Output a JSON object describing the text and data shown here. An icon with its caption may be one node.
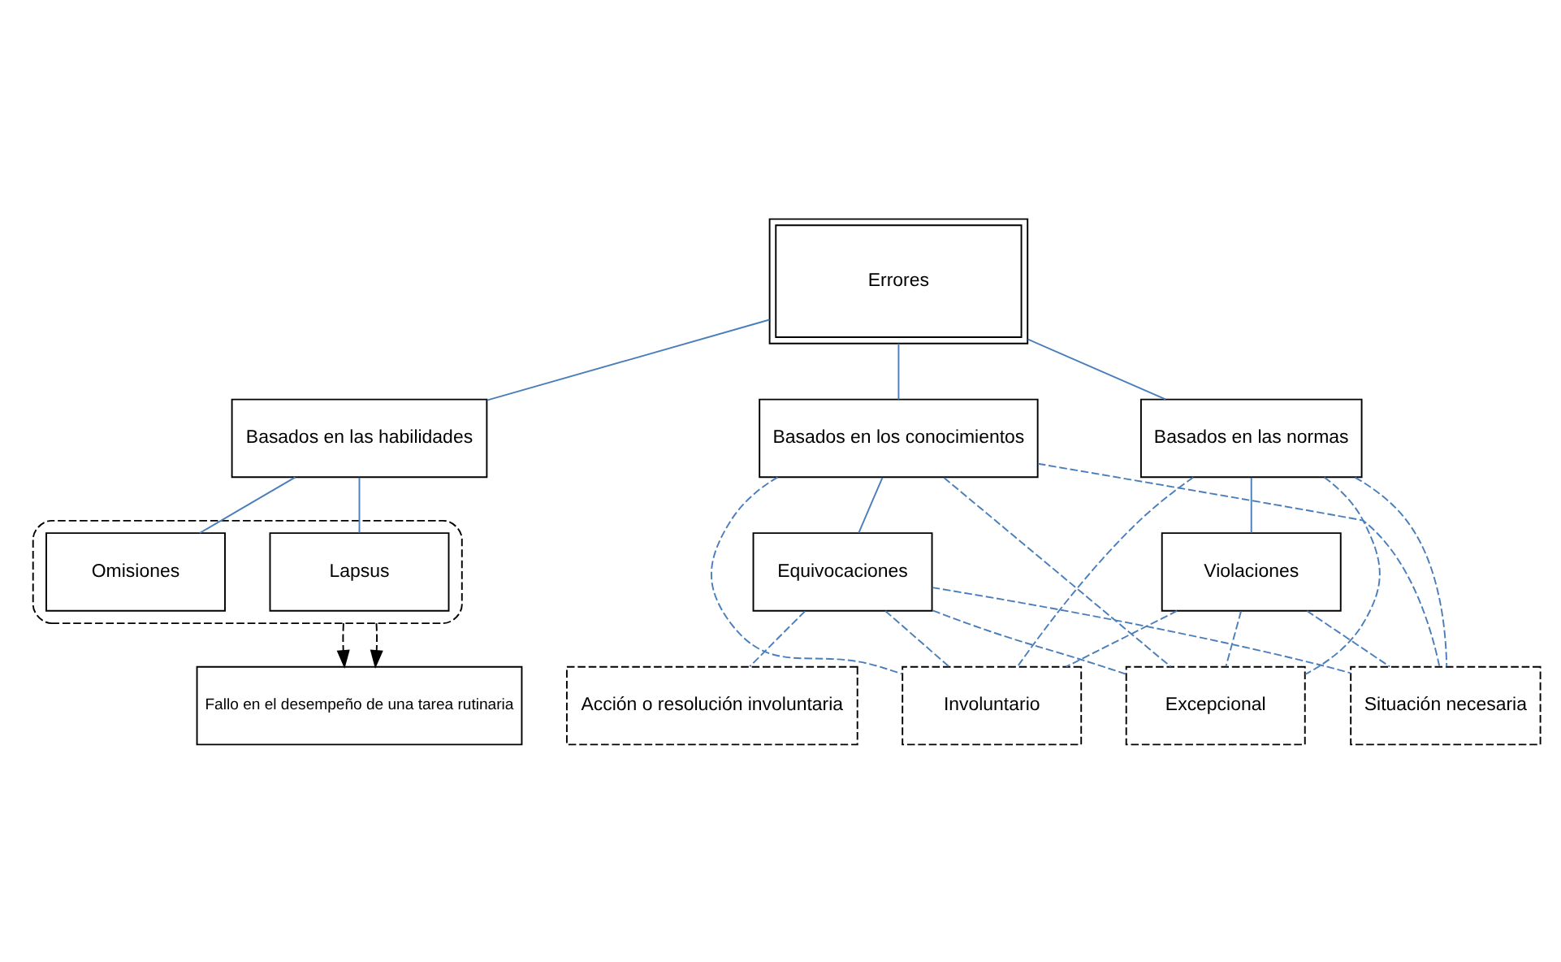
{
  "diagram": {
    "nodes": [
      {
        "text": [
          "Errores"
        ]
      },
      {
        "text": [
          "Basados en las habilidades"
        ]
      },
      {
        "text": [
          "Basados en los conocimientos"
        ]
      },
      {
        "text": [
          "Basados en las normas"
        ]
      },
      {
        "text": [],
        "shape": "box"
      },
      {
        "text": [
          "Lapsus"
        ],
        "in": 4
      },
      {
        "text": [
          "Omisiones"
        ],
        "in": 4
      },
      {
        "text": [
          "Fallo en el desempeño de una tarea rutinaria"
        ]
      },
      {
        "text": [
          "Equivocaciones"
        ]
      },
      {
        "text": [
          "Violaciones"
        ]
      },
      {
        "text": [
          "Acción o resolución involuntaria"
        ]
      },
      {
        "text": [
          "Involuntario"
        ]
      },
      {
        "text": [
          "Excepcional"
        ]
      },
      {
        "text": [
          "Situación necesaria"
        ]
      }
    ],
    "edges": [
      {
        "from": 0,
        "to": 1,
        "arrow": "none"
      },
      {
        "from": 0,
        "to": 2,
        "arrow": "none"
      },
      {
        "from": 0,
        "to": 3,
        "arrow": "none"
      },
      {
        "from": 1,
        "to": 5,
        "arrow": "none"
      },
      {
        "from": 1,
        "to": 6,
        "arrow": "none"
      },
      {
        "from": 4,
        "to": 7,
        "arrow": "to",
        "style": "dashed",
        "color": "#000000"
      },
      {
        "from": 4,
        "to": 7,
        "arrow": "to",
        "style": "dashed",
        "color": "#000000"
      },
      {
        "from": 2,
        "to": 8,
        "arrow": "none"
      },
      {
        "from": 3,
        "to": 9,
        "arrow": "none"
      },
      {
        "from": 8,
        "to": 10,
        "arrow": "none",
        "style": "dashed"
      },
      {
        "from": 2,
        "to": 11,
        "arrow": "none",
        "style": "dashed"
      },
      {
        "from": 2,
        "to": 12,
        "arrow": "none",
        "style": "dashed"
      },
      {
        "from": 2,
        "to": 13,
        "arrow": "none",
        "style": "dashed"
      },
      {
        "from": 3,
        "to": 11,
        "arrow": "none",
        "style": "dashed"
      },
      {
        "from": 3,
        "to": 12,
        "arrow": "none",
        "style": "dashed"
      },
      {
        "from": 3,
        "to": 13,
        "arrow": "none",
        "style": "dashed"
      },
      {
        "from": 8,
        "to": 11,
        "arrow": "none",
        "style": "dashed"
      },
      {
        "from": 8,
        "to": 12,
        "arrow": "none",
        "style": "dashed"
      },
      {
        "from": 8,
        "to": 13,
        "arrow": "none",
        "style": "dashed"
      },
      {
        "from": 9,
        "to": 11,
        "arrow": "none",
        "style": "dashed"
      },
      {
        "from": 9,
        "to": 12,
        "arrow": "none",
        "style": "dashed"
      },
      {
        "from": 9,
        "to": 13,
        "arrow": "none",
        "style": "dashed"
      }
    ]
  }
}
